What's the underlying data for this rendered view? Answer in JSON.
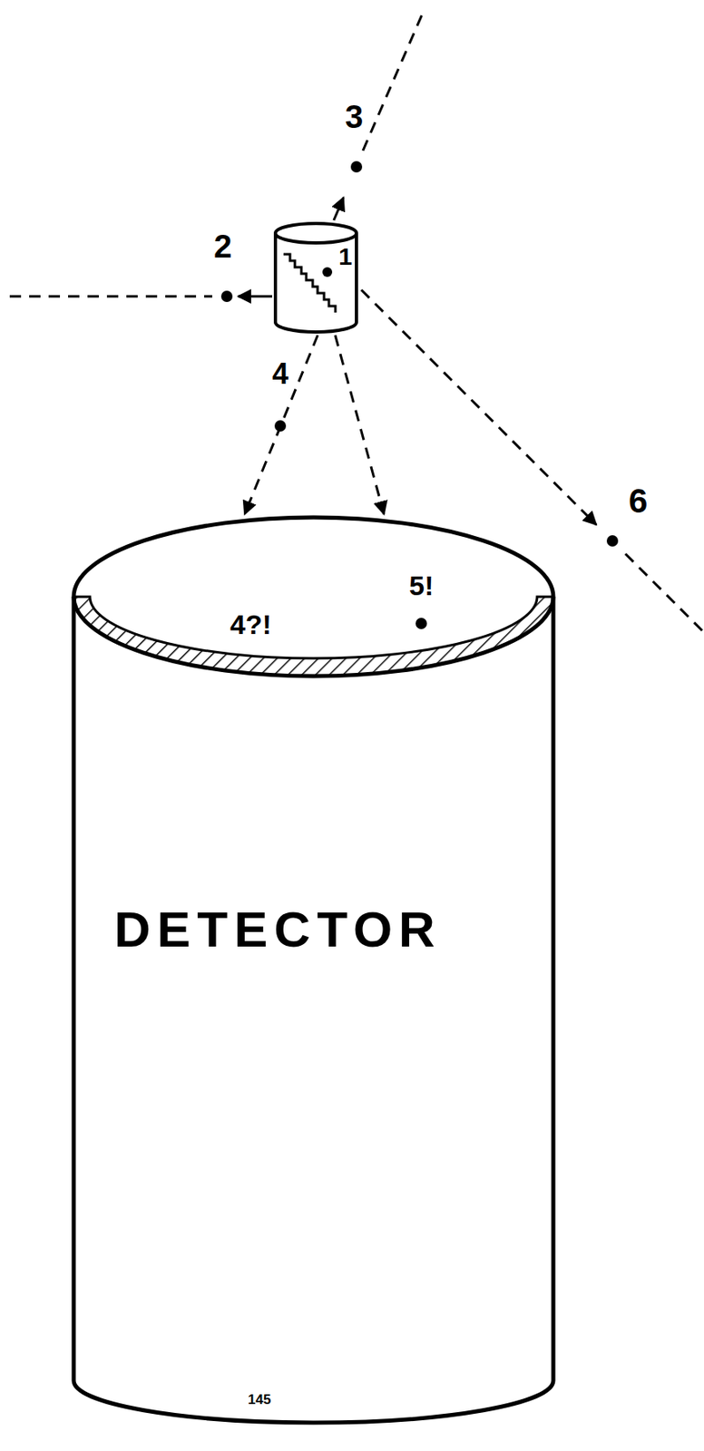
{
  "diagram": {
    "nodes": [
      {
        "text": [
          "1"
        ]
      },
      {
        "text": [
          "DETECTOR"
        ]
      }
    ],
    "edges": [
      {
        "from": 0,
        "to": 1,
        "arrow": "to"
      },
      {
        "from": 0,
        "to": 1,
        "arrow": "to"
      }
    ],
    "labels": [
      "3",
      "2",
      "4",
      "6",
      "4?!",
      "5!",
      "145"
    ]
  }
}
